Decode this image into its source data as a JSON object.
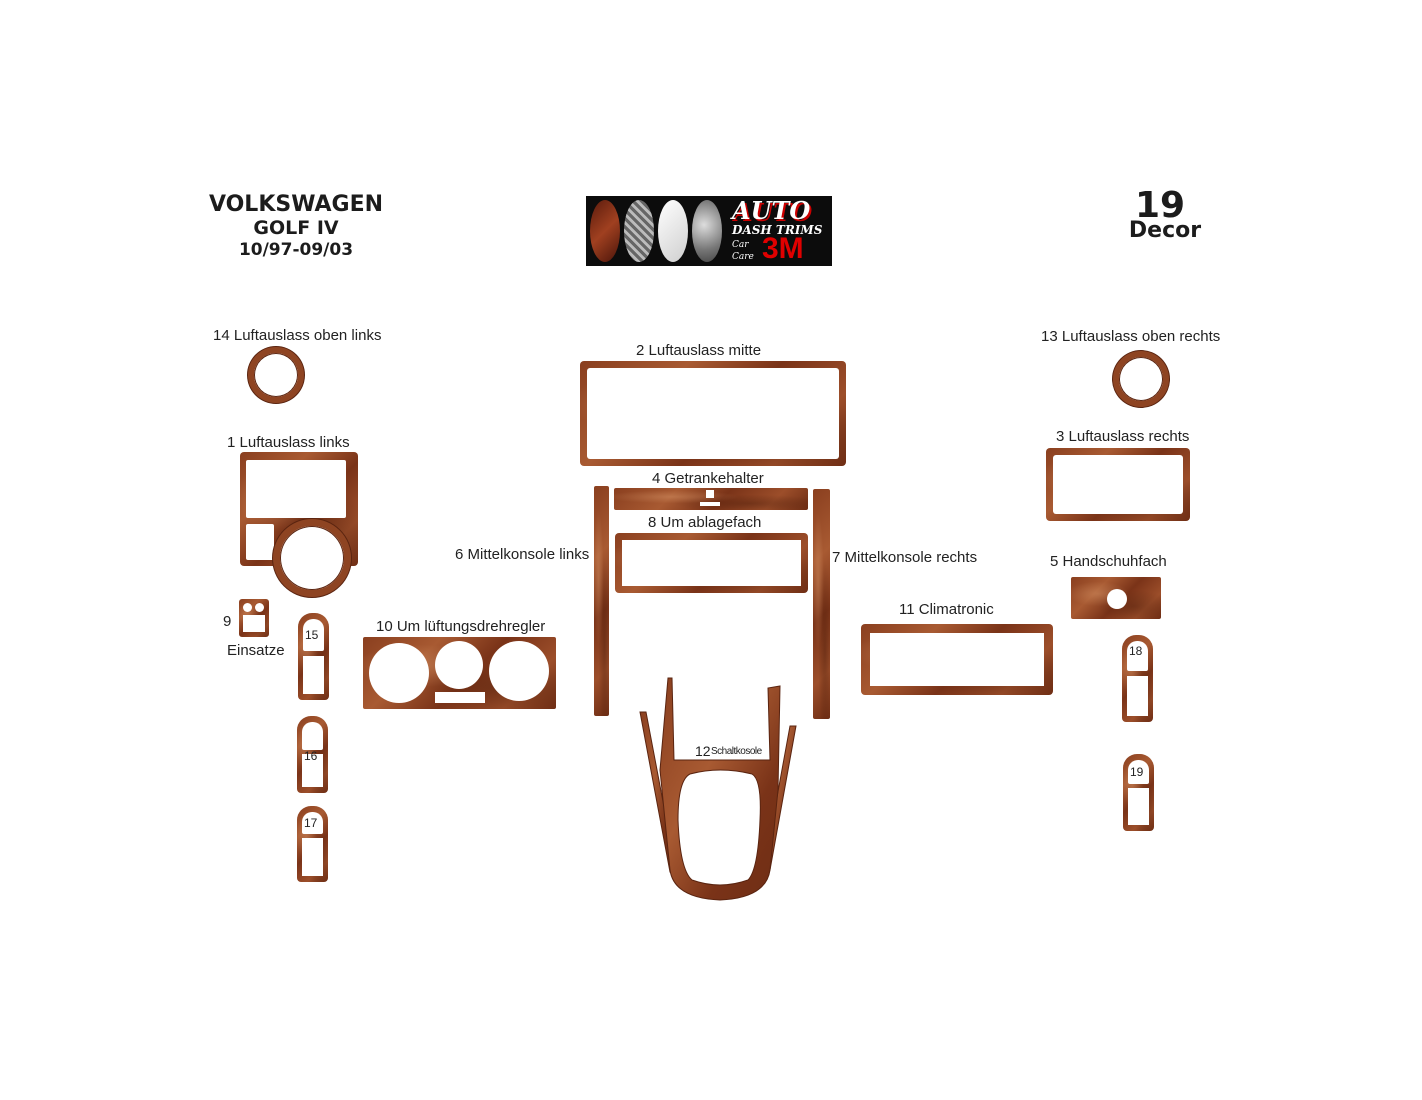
{
  "header": {
    "brand": "VOLKSWAGEN",
    "model": "GOLF IV",
    "years": "10/97-09/03",
    "count": "19",
    "count_label": "Decor"
  },
  "logo": {
    "line1": "AUTO",
    "line2": "DASH TRIMS",
    "line3": "Car",
    "line4": "Care",
    "line5": "3M"
  },
  "parts": {
    "p14": "14  Luftauslass oben links",
    "p13": "13   Luftauslass oben rechts",
    "p2": "2  Luftauslass mitte",
    "p1": "1  Luftauslass links",
    "p3": "3 Luftauslass rechts",
    "p4": "4 Getrankehalter",
    "p8": "8  Um ablagefach",
    "p6": "6 Mittelkonsole links",
    "p7": "7 Mittelkonsole rechts",
    "p5": "5  Handschuhfach",
    "p11": "11 Climatronic",
    "p10": "10 Um lüftungsdrehregler",
    "p9": "9",
    "einsatze": "Einsatze",
    "p12num": "12",
    "p12": "Schaltkosole",
    "n15": "15",
    "n16": "16",
    "n17": "17",
    "n18": "18",
    "n19": "19"
  },
  "colors": {
    "wood": "#8e4422",
    "wood_dark": "#5a2410"
  }
}
